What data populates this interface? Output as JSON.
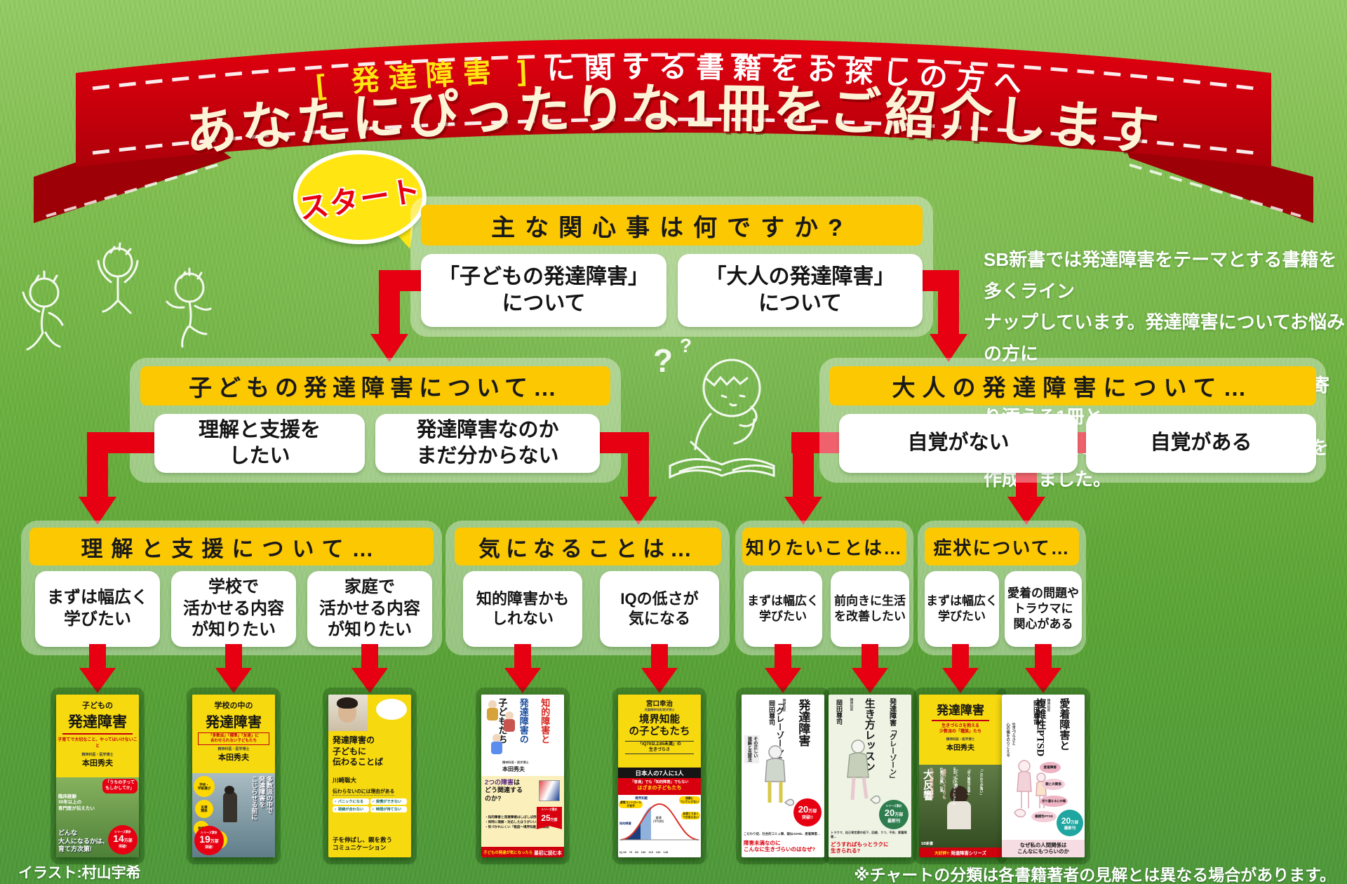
{
  "banner": {
    "tag": "[ 発達障害 ]",
    "tagline": "に関する書籍をお探しの方へ",
    "title": "あなたにぴったりな1冊をご紹介します"
  },
  "start": {
    "label": "スタート"
  },
  "decor": {
    "qmark_large": "?",
    "qmark_small": "?"
  },
  "intro": {
    "text": "SB新書では発達障害をテーマとする書籍を多くライン\nナップしています。発達障害についてお悩みの方に\n少しでも早く、わかりやすく、お悩みに寄り添える1冊と\n出会っていただけるようにこのチャートを作成しました。"
  },
  "q1": {
    "question": "主な関心事は何ですか?",
    "option_child": "「子どもの発達障害」\nについて",
    "option_adult": "「大人の発達障害」\nについて"
  },
  "child_branch": {
    "header": "子どもの発達障害について…",
    "option1": "理解と支援を\nしたい",
    "option2": "発達障害なのか\nまだ分からない"
  },
  "adult_branch": {
    "header": "大人の発達障害について…",
    "option1": "自覚がない",
    "option2": "自覚がある"
  },
  "sections": {
    "support": {
      "header": "理解と支援について…",
      "option1": "まずは幅広く\n学びたい",
      "option2": "学校で\n活かせる内容\nが知りたい",
      "option3": "家庭で\n活かせる内容\nが知りたい"
    },
    "concern": {
      "header": "気になることは…",
      "option1": "知的障害かも\nしれない",
      "option2": "IQの低さが\n気になる"
    },
    "learn": {
      "header": "知りたいことは…",
      "option1": "まずは幅広く\n学びたい",
      "option2": "前向きに生活\nを改善したい"
    },
    "symptom": {
      "header": "症状について…",
      "option1": "まずは幅広く\n学びたい",
      "option2": "愛着の問題や\nトラウマに\n関心がある"
    }
  },
  "books": {
    "b1": {
      "title_top": "子どもの",
      "title_main": "発達障害",
      "subtitle": "子育てで大切なこと、やってはいけないこと",
      "author_role": "精神科医・医学博士",
      "author": "本田秀夫",
      "bubble": "「うちの子って\nもしかして⁉」",
      "copy_small": "臨床経験\n30年以上の\n専門医が伝えたい",
      "copy_large": "どんな\n大人になるかは、\n育て方次第!",
      "badge_series": "シリーズ累計",
      "badge_num": "14",
      "badge_unit": "万部",
      "badge_sub": "突破!"
    },
    "b2": {
      "title_top": "学校の中の",
      "title_main": "発達障害",
      "subtitle": "「多数派」「標準」「友達」に\n合わせられない子どもたち",
      "author_role": "精神科医・医学博士",
      "author": "本田秀夫",
      "tag1": "学校・\n学級選び",
      "tag2": "友達\n関係",
      "tag3": "勉強",
      "tag4": "登校\nしぶり",
      "copy_vertical": "多数派の中で\n発達障害を\nこじらせる前に",
      "badge_series": "シリーズ累計",
      "badge_num": "19",
      "badge_unit": "万部",
      "badge_sub": "突破!"
    },
    "b3": {
      "title": "発達障害の\n子どもに\n伝わることば",
      "author": "川崎聡大",
      "lead": "伝わらないのには理由がある",
      "check1": "✓ パニックになる",
      "check2": "✓ 我慢ができない",
      "check3": "✓ 視線が合わない",
      "check4": "✓ 時間が待てない",
      "copy": "子を伸ばし、親を救う\nコミュニケーション"
    },
    "b4": {
      "title_v1": "知的障害と",
      "title_v2": "発達障害の",
      "title_v3": "子どもたち",
      "author": "本田秀夫",
      "author_role": "精神科医・医学博士",
      "question_hl": "2つの障害",
      "question_rest": "は\nどう関連する\nのか?",
      "bullet1": "・知的障害と発達障害はしばしば併存する",
      "bullet2": "・同時に理解・対応したほうがいい",
      "bullet3": "・気づかれにくい「軽度〜境界知能」を解説",
      "badge_series": "シリーズ累計",
      "badge_num": "25",
      "badge_unit": "万部",
      "band_yellow": "子どもの発達が気になったら",
      "band_white": "最初に読む本"
    },
    "b5": {
      "author": "宮口幸治",
      "author_role": "児童精神科医/医学博士",
      "title": "境界知能\nの子どもたち",
      "subtitle": "「IQ70以上85未満」の\n生きづらさ",
      "band_black": "日本人の7人に1人",
      "band_red1": "「普通」でも「知的障害」でもない",
      "band_red2": "はざまの子どもたち",
      "bubble1": "感情コントロール\nが苦手",
      "bubble2": "授業に\nついていけない",
      "bubble3": "友達とうまく\nつき合えない",
      "label_left": "知的障害",
      "label_mid": "境界知能",
      "label_peak": "普通\n(平均的)",
      "axis": "IQ 65　70　85　100　115　130　145"
    },
    "b6": {
      "title_v1": "発達障害",
      "title_v2": "「グレーゾーン」",
      "author_role": "精神科医",
      "author": "岡田尊司",
      "sub_v": "その正しい\n理解と克服法",
      "badge_num": "20",
      "badge_unit": "万部",
      "badge_sub": "突破!!",
      "copy_small": "こだわり症、社会的コミュ障、疑似ADHD、愛着障害…",
      "copy_red": "障害未満なのに\nこんなに生きづらいのはなぜ?"
    },
    "b7": {
      "title_v1": "発達障害「グレーゾーン」",
      "title_v2": "生き方レッスン",
      "author_role": "精神科医",
      "author": "岡田尊司",
      "copy_small": "トラウマ、自己肯定感の低下、回避、うつ、不安、愛着障害…",
      "copy_red": "どうすればもっとラクに\n生きられる?",
      "badge_series": "シリーズ累計",
      "badge_num": "20",
      "badge_unit": "万部",
      "badge_sub": "最新刊"
    },
    "b8": {
      "title": "発達障害",
      "subtitle": "生きづらさを抱える\n少数派の「種族」たち",
      "author_role": "精神科医・医学博士",
      "author": "本田秀夫",
      "v_left_small": "NHK「プロフェッショナル\n仕事の流儀」出演",
      "v_left_big": "大反響",
      "v_right": "「こだわりが強い」\n「対人関係が苦手」\n「うっかり屋」",
      "v_right_em": "病気というよりも\nただ少数派なだけ!",
      "publisher": "SB新書",
      "band_yellow": "大好評!!",
      "band_white": "発達障害シリーズ"
    },
    "b9": {
      "title_v1": "愛着障害と",
      "title_v2": "複雑性PTSD",
      "author_role": "精神科医",
      "author": "岡田尊司",
      "sub_v": "生きづらさと\n心の傷をのりこえる",
      "oval1": "愛着障害",
      "oval2": "親との関係",
      "oval3": "折り重なる心の傷",
      "oval4": "複雑性PTSD",
      "badge_num": "20",
      "badge_unit": "万部",
      "badge_sub": "最新刊",
      "copy": "なぜ私の人間関係は\nこんなにもつらいのか"
    }
  },
  "footer": {
    "credit": "イラスト:村山宇希",
    "note": "※チャートの分類は各書籍著者の見解とは異なる場合があります。"
  }
}
